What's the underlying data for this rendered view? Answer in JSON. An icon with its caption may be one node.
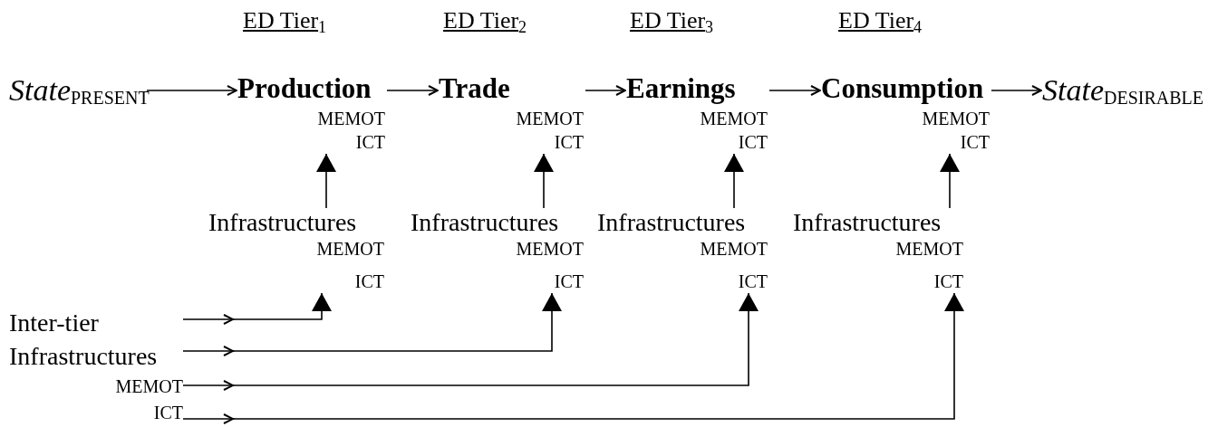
{
  "diagram": {
    "nodes": [
      {
        "text": [
          "*State*$_{PRESENT}$"
        ]
      },
      {
        "text": [
          "Production",
          "MEMOT",
          "ICT"
        ]
      },
      {
        "text": [
          "Trade",
          "MEMOT",
          "ICT"
        ]
      },
      {
        "text": [
          "Earnings",
          "MEMOT",
          "ICT"
        ]
      },
      {
        "text": [
          "Consumption",
          "MEMOT",
          "ICT"
        ]
      },
      {
        "text": [
          "*State*$_{DESIRABLE}$"
        ]
      },
      {
        "text": [
          "Infrastructures",
          "MEMOT",
          "ICT"
        ]
      },
      {
        "text": [
          "Infrastructures",
          "MEMOT",
          "ICT"
        ]
      },
      {
        "text": [
          "Infrastructures",
          "MEMOT",
          "ICT"
        ]
      },
      {
        "text": [
          "Infrastructures",
          "MEMOT",
          "ICT"
        ]
      },
      {
        "text": [
          "Inter-tier Infrastructures",
          "MEMOT",
          "ICT"
        ]
      }
    ],
    "edges": [
      {
        "from": 0,
        "to": 1,
        "arrow": "to"
      },
      {
        "from": 1,
        "to": 2,
        "arrow": "to"
      },
      {
        "from": 2,
        "to": 3,
        "arrow": "to"
      },
      {
        "from": 3,
        "to": 4,
        "arrow": "to"
      },
      {
        "from": 4,
        "to": 5,
        "arrow": "to"
      },
      {
        "from": 6,
        "to": 1,
        "arrow": "to"
      },
      {
        "from": 7,
        "to": 2,
        "arrow": "to"
      },
      {
        "from": 8,
        "to": 3,
        "arrow": "to"
      },
      {
        "from": 9,
        "to": 4,
        "arrow": "to"
      },
      {
        "from": 10,
        "to": 6,
        "arrow": "to"
      },
      {
        "from": 10,
        "to": 7,
        "arrow": "to"
      },
      {
        "from": 10,
        "to": 8,
        "arrow": "to"
      },
      {
        "from": 10,
        "to": 9,
        "arrow": "to"
      }
    ],
    "labels": [
      "ED Tier$_{1}$",
      "ED Tier$_{2}$",
      "ED Tier$_{3}$",
      "ED Tier$_{4}$"
    ]
  }
}
